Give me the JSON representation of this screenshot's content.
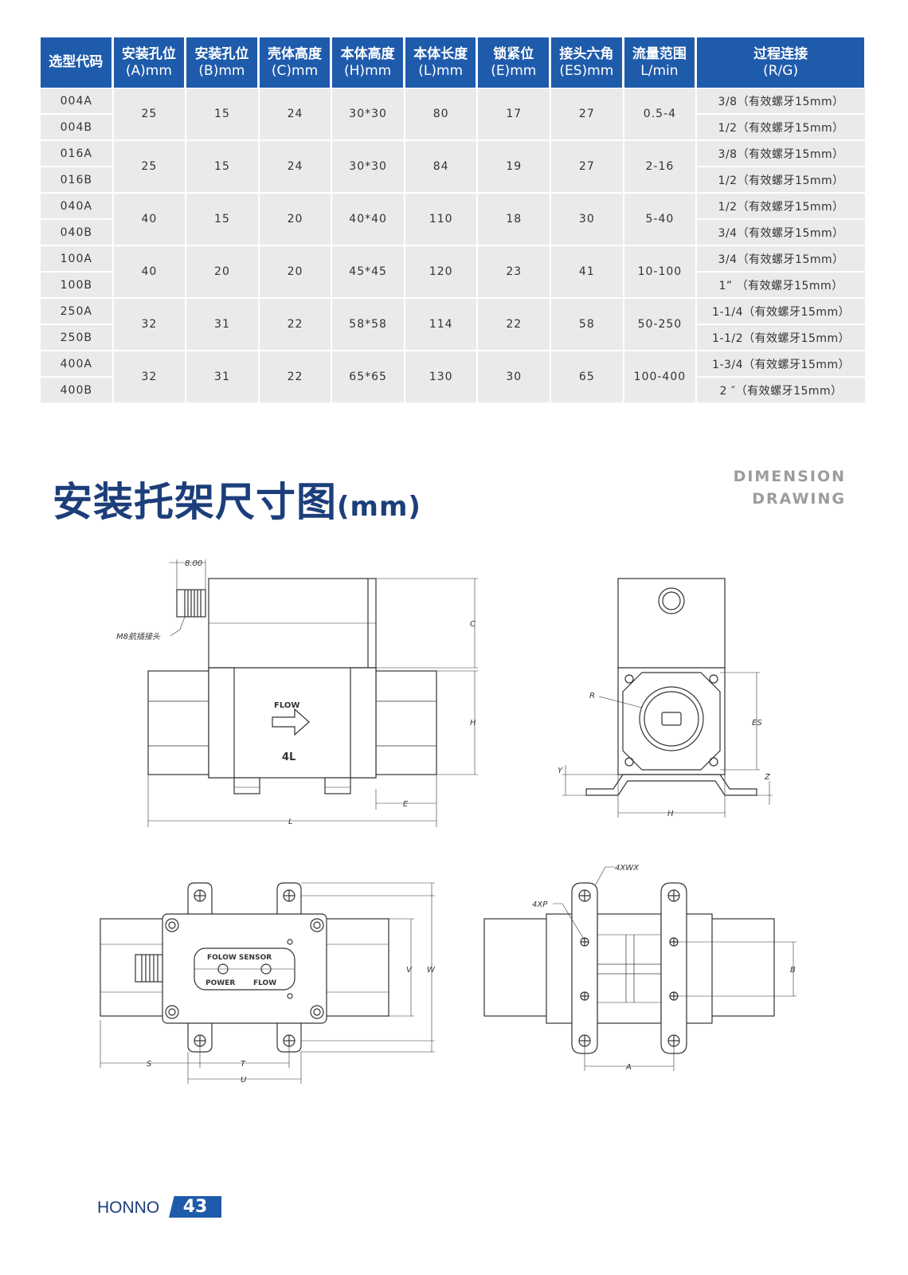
{
  "table": {
    "headers": [
      {
        "l1": "选型代码",
        "l2": ""
      },
      {
        "l1": "安装孔位",
        "l2": "(A)mm"
      },
      {
        "l1": "安装孔位",
        "l2": "(B)mm"
      },
      {
        "l1": "壳体高度",
        "l2": "(C)mm"
      },
      {
        "l1": "本体高度",
        "l2": "(H)mm"
      },
      {
        "l1": "本体长度",
        "l2": "(L)mm"
      },
      {
        "l1": "锁紧位",
        "l2": "(E)mm"
      },
      {
        "l1": "接头六角",
        "l2": "(ES)mm"
      },
      {
        "l1": "流量范围",
        "l2": "L/min"
      },
      {
        "l1": "过程连接",
        "l2": "(R/G)"
      }
    ],
    "groups": [
      {
        "codes": [
          "004A",
          "004B"
        ],
        "a": "25",
        "b": "15",
        "c": "24",
        "h": "30*30",
        "l": "80",
        "e": "17",
        "es": "27",
        "range": "0.5-4",
        "conn": [
          "3/8（有效螺牙15mm）",
          "1/2（有效螺牙15mm）"
        ]
      },
      {
        "codes": [
          "016A",
          "016B"
        ],
        "a": "25",
        "b": "15",
        "c": "24",
        "h": "30*30",
        "l": "84",
        "e": "19",
        "es": "27",
        "range": "2-16",
        "conn": [
          "3/8（有效螺牙15mm）",
          "1/2（有效螺牙15mm）"
        ]
      },
      {
        "codes": [
          "040A",
          "040B"
        ],
        "a": "40",
        "b": "15",
        "c": "20",
        "h": "40*40",
        "l": "110",
        "e": "18",
        "es": "30",
        "range": "5-40",
        "conn": [
          "1/2（有效螺牙15mm）",
          "3/4（有效螺牙15mm）"
        ]
      },
      {
        "codes": [
          "100A",
          "100B"
        ],
        "a": "40",
        "b": "20",
        "c": "20",
        "h": "45*45",
        "l": "120",
        "e": "23",
        "es": "41",
        "range": "10-100",
        "conn": [
          "3/4（有效螺牙15mm）",
          "1”  （有效螺牙15mm）"
        ]
      },
      {
        "codes": [
          "250A",
          "250B"
        ],
        "a": "32",
        "b": "31",
        "c": "22",
        "h": "58*58",
        "l": "114",
        "e": "22",
        "es": "58",
        "range": "50-250",
        "conn": [
          "1-1/4（有效螺牙15mm）",
          "1-1/2（有效螺牙15mm）"
        ]
      },
      {
        "codes": [
          "400A",
          "400B"
        ],
        "a": "32",
        "b": "31",
        "c": "22",
        "h": "65*65",
        "l": "130",
        "e": "30",
        "es": "65",
        "range": "100-400",
        "conn": [
          "1-3/4（有效螺牙15mm）",
          "2 ″（有效螺牙15mm）"
        ]
      }
    ]
  },
  "heading": {
    "cn": "安装托架尺寸图",
    "unit": "(mm)",
    "en1": "DIMENSION",
    "en2": "DRAWING"
  },
  "drawing": {
    "connector_dim": "8.00",
    "connector_label": "M8航插接头",
    "flow_label": "FLOW",
    "model_mark": "4L",
    "sensor_label": "FOLOW SENSOR",
    "power_label": "POWER",
    "flow_led_label": "FLOW",
    "dims": {
      "c": "C",
      "h": "H",
      "e": "E",
      "l": "L",
      "r": "R",
      "es": "ES",
      "y": "Y",
      "z": "Z",
      "h2": "H",
      "wx": "4XWX",
      "xp": "4XP",
      "v": "V",
      "w": "W",
      "s": "S",
      "t": "T",
      "u": "U",
      "b": "B",
      "a": "A"
    }
  },
  "footer": {
    "brand": "HONNO",
    "page": "43"
  }
}
